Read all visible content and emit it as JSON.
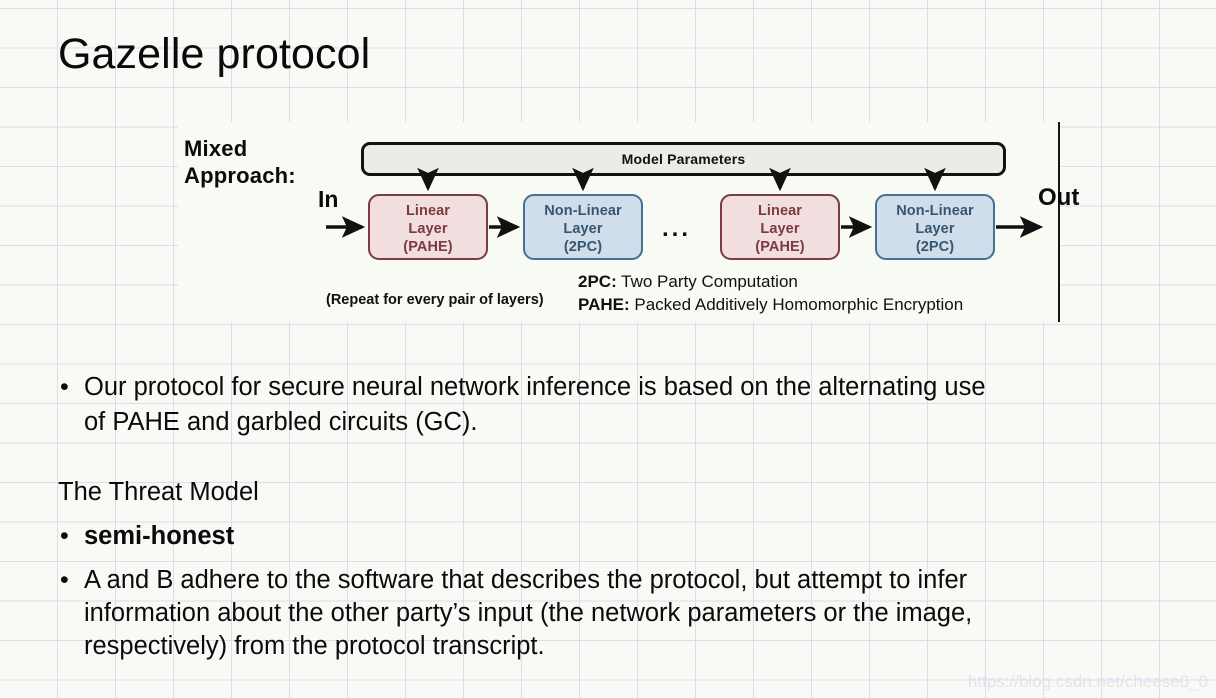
{
  "slide": {
    "title": "Gazelle protocol",
    "watermark": "https://blog.csdn.net/cheese0_0"
  },
  "figure": {
    "mixed_line1": "Mixed",
    "mixed_line2": "Approach:",
    "in_label": "In",
    "out_label": "Out",
    "model_parameters": "Model Parameters",
    "ellipsis": "...",
    "repeat_note": "(Repeat for every pair of layers)",
    "boxes": [
      {
        "line1": "Linear",
        "line2": "Layer",
        "line3": "(PAHE)",
        "kind": "linear"
      },
      {
        "line1": "Non-Linear",
        "line2": "Layer",
        "line3": "(2PC)",
        "kind": "nonlinear"
      },
      {
        "line1": "Linear",
        "line2": "Layer",
        "line3": "(PAHE)",
        "kind": "linear"
      },
      {
        "line1": "Non-Linear",
        "line2": "Layer",
        "line3": "(2PC)",
        "kind": "nonlinear"
      }
    ],
    "legend": [
      {
        "abbr": "2PC:",
        "text": "Two Party Computation"
      },
      {
        "abbr": "PAHE:",
        "text": "Packed Additively Homomorphic Encryption"
      }
    ],
    "colors": {
      "linear_fill": "#f2dede",
      "linear_border": "#7b3b40",
      "nonlinear_fill": "#cfdded",
      "nonlinear_border": "#4a6f92",
      "bar_fill": "#ebebe7",
      "bar_border": "#121212"
    }
  },
  "body": {
    "bullet1": {
      "marker": "•",
      "line1": "Our protocol for secure neural network inference is based on the alternating use",
      "line2": "of PAHE and garbled circuits (GC)."
    },
    "heading": "The Threat Model",
    "bullet2": {
      "marker": "•",
      "line1": "semi-honest"
    },
    "bullet3": {
      "marker": "•",
      "line1": "A and B adhere to the software that describes the protocol, but attempt to infer",
      "line2": "information about the other party’s input (the network parameters or the image,",
      "line3": "respectively) from the protocol transcript."
    }
  }
}
